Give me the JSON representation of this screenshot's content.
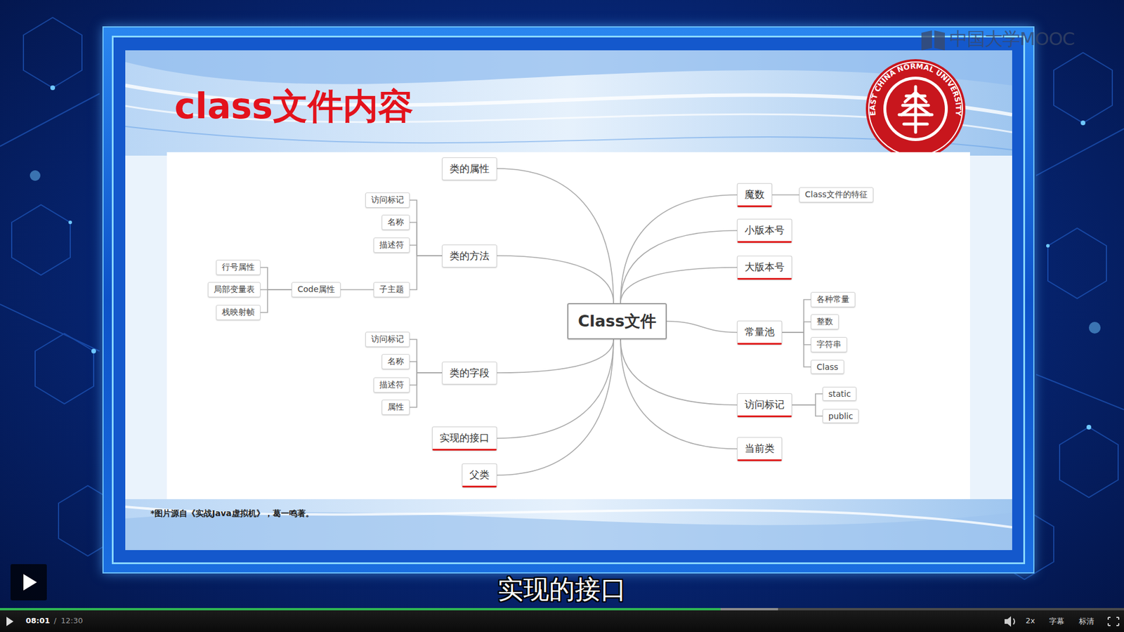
{
  "diagram": {
    "title": "class文件内容",
    "caption": "*图片源自《实战Java虚拟机》，葛一鸣著。",
    "nodes": [
      {
        "text": [
          "Class文件"
        ]
      },
      {
        "text": [
          "类的属性"
        ]
      },
      {
        "text": [
          "类的方法"
        ]
      },
      {
        "text": [
          "访问标记"
        ]
      },
      {
        "text": [
          "名称"
        ]
      },
      {
        "text": [
          "描述符"
        ]
      },
      {
        "text": [
          "子主题"
        ]
      },
      {
        "text": [
          "Code属性"
        ]
      },
      {
        "text": [
          "行号属性"
        ]
      },
      {
        "text": [
          "局部变量表"
        ]
      },
      {
        "text": [
          "栈映射帧"
        ]
      },
      {
        "text": [
          "类的字段"
        ]
      },
      {
        "text": [
          "访问标记"
        ]
      },
      {
        "text": [
          "名称"
        ]
      },
      {
        "text": [
          "描述符"
        ]
      },
      {
        "text": [
          "属性"
        ]
      },
      {
        "text": [
          "实现的接口"
        ]
      },
      {
        "text": [
          "父类"
        ]
      },
      {
        "text": [
          "魔数"
        ]
      },
      {
        "text": [
          "Class文件的特征"
        ]
      },
      {
        "text": [
          "小版本号"
        ]
      },
      {
        "text": [
          "大版本号"
        ]
      },
      {
        "text": [
          "常量池"
        ]
      },
      {
        "text": [
          "各种常量"
        ]
      },
      {
        "text": [
          "整数"
        ]
      },
      {
        "text": [
          "字符串"
        ]
      },
      {
        "text": [
          "Class"
        ]
      },
      {
        "text": [
          "访问标记"
        ]
      },
      {
        "text": [
          "static"
        ]
      },
      {
        "text": [
          "public"
        ]
      },
      {
        "text": [
          "当前类"
        ]
      }
    ],
    "edges": [
      {
        "from": 0,
        "to": 1,
        "arrow": "none"
      },
      {
        "from": 0,
        "to": 2,
        "arrow": "none"
      },
      {
        "from": 0,
        "to": 11,
        "arrow": "none"
      },
      {
        "from": 0,
        "to": 16,
        "arrow": "none"
      },
      {
        "from": 0,
        "to": 17,
        "arrow": "none"
      },
      {
        "from": 0,
        "to": 18,
        "arrow": "none"
      },
      {
        "from": 0,
        "to": 20,
        "arrow": "none"
      },
      {
        "from": 0,
        "to": 21,
        "arrow": "none"
      },
      {
        "from": 0,
        "to": 22,
        "arrow": "none"
      },
      {
        "from": 0,
        "to": 27,
        "arrow": "none"
      },
      {
        "from": 0,
        "to": 30,
        "arrow": "none"
      },
      {
        "from": 2,
        "to": 3,
        "arrow": "none"
      },
      {
        "from": 2,
        "to": 4,
        "arrow": "none"
      },
      {
        "from": 2,
        "to": 5,
        "arrow": "none"
      },
      {
        "from": 2,
        "to": 6,
        "arrow": "none"
      },
      {
        "from": 6,
        "to": 7,
        "arrow": "none"
      },
      {
        "from": 7,
        "to": 8,
        "arrow": "none"
      },
      {
        "from": 7,
        "to": 9,
        "arrow": "none"
      },
      {
        "from": 7,
        "to": 10,
        "arrow": "none"
      },
      {
        "from": 11,
        "to": 12,
        "arrow": "none"
      },
      {
        "from": 11,
        "to": 13,
        "arrow": "none"
      },
      {
        "from": 11,
        "to": 14,
        "arrow": "none"
      },
      {
        "from": 11,
        "to": 15,
        "arrow": "none"
      },
      {
        "from": 18,
        "to": 19,
        "arrow": "none"
      },
      {
        "from": 22,
        "to": 23,
        "arrow": "none"
      },
      {
        "from": 22,
        "to": 24,
        "arrow": "none"
      },
      {
        "from": 22,
        "to": 25,
        "arrow": "none"
      },
      {
        "from": 22,
        "to": 26,
        "arrow": "none"
      },
      {
        "from": 27,
        "to": 28,
        "arrow": "none"
      },
      {
        "from": 27,
        "to": 29,
        "arrow": "none"
      }
    ],
    "labels": [
      "中国大学MOOC",
      "EAST CHINA NORMAL UNIVERSITY",
      "实现的接口",
      "08:01",
      "/",
      "12:30",
      "2x",
      "字幕",
      "标清"
    ]
  }
}
